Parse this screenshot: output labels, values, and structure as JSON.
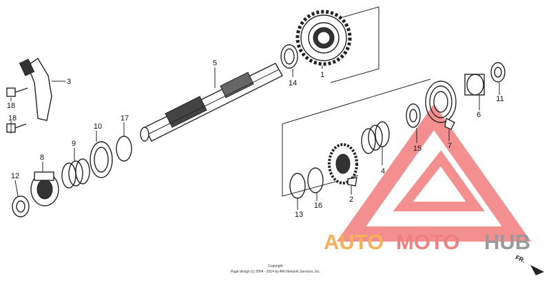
{
  "callouts": {
    "1": "1",
    "2": "2",
    "3": "3",
    "4": "4",
    "5": "5",
    "6": "6",
    "7": "7",
    "8": "8",
    "9": "9",
    "10": "10",
    "11": "11",
    "12": "12",
    "13": "13",
    "14": "14",
    "15": "15",
    "16": "16",
    "17": "17",
    "18a": "18",
    "18b": "18"
  },
  "copyright": {
    "line1": "Copyright",
    "line2": "Page design (c) 2004 - 2014 by ARI Network Services, Inc."
  },
  "watermark": {
    "part1": "AUTO",
    "part2": "MOTO",
    "part3": "HUB",
    "colors": {
      "auto": "#f6b05a",
      "moto": "#f08080",
      "hub": "#9a9a9a",
      "triangle": "#f27c7c"
    }
  },
  "direction_label": "FR."
}
